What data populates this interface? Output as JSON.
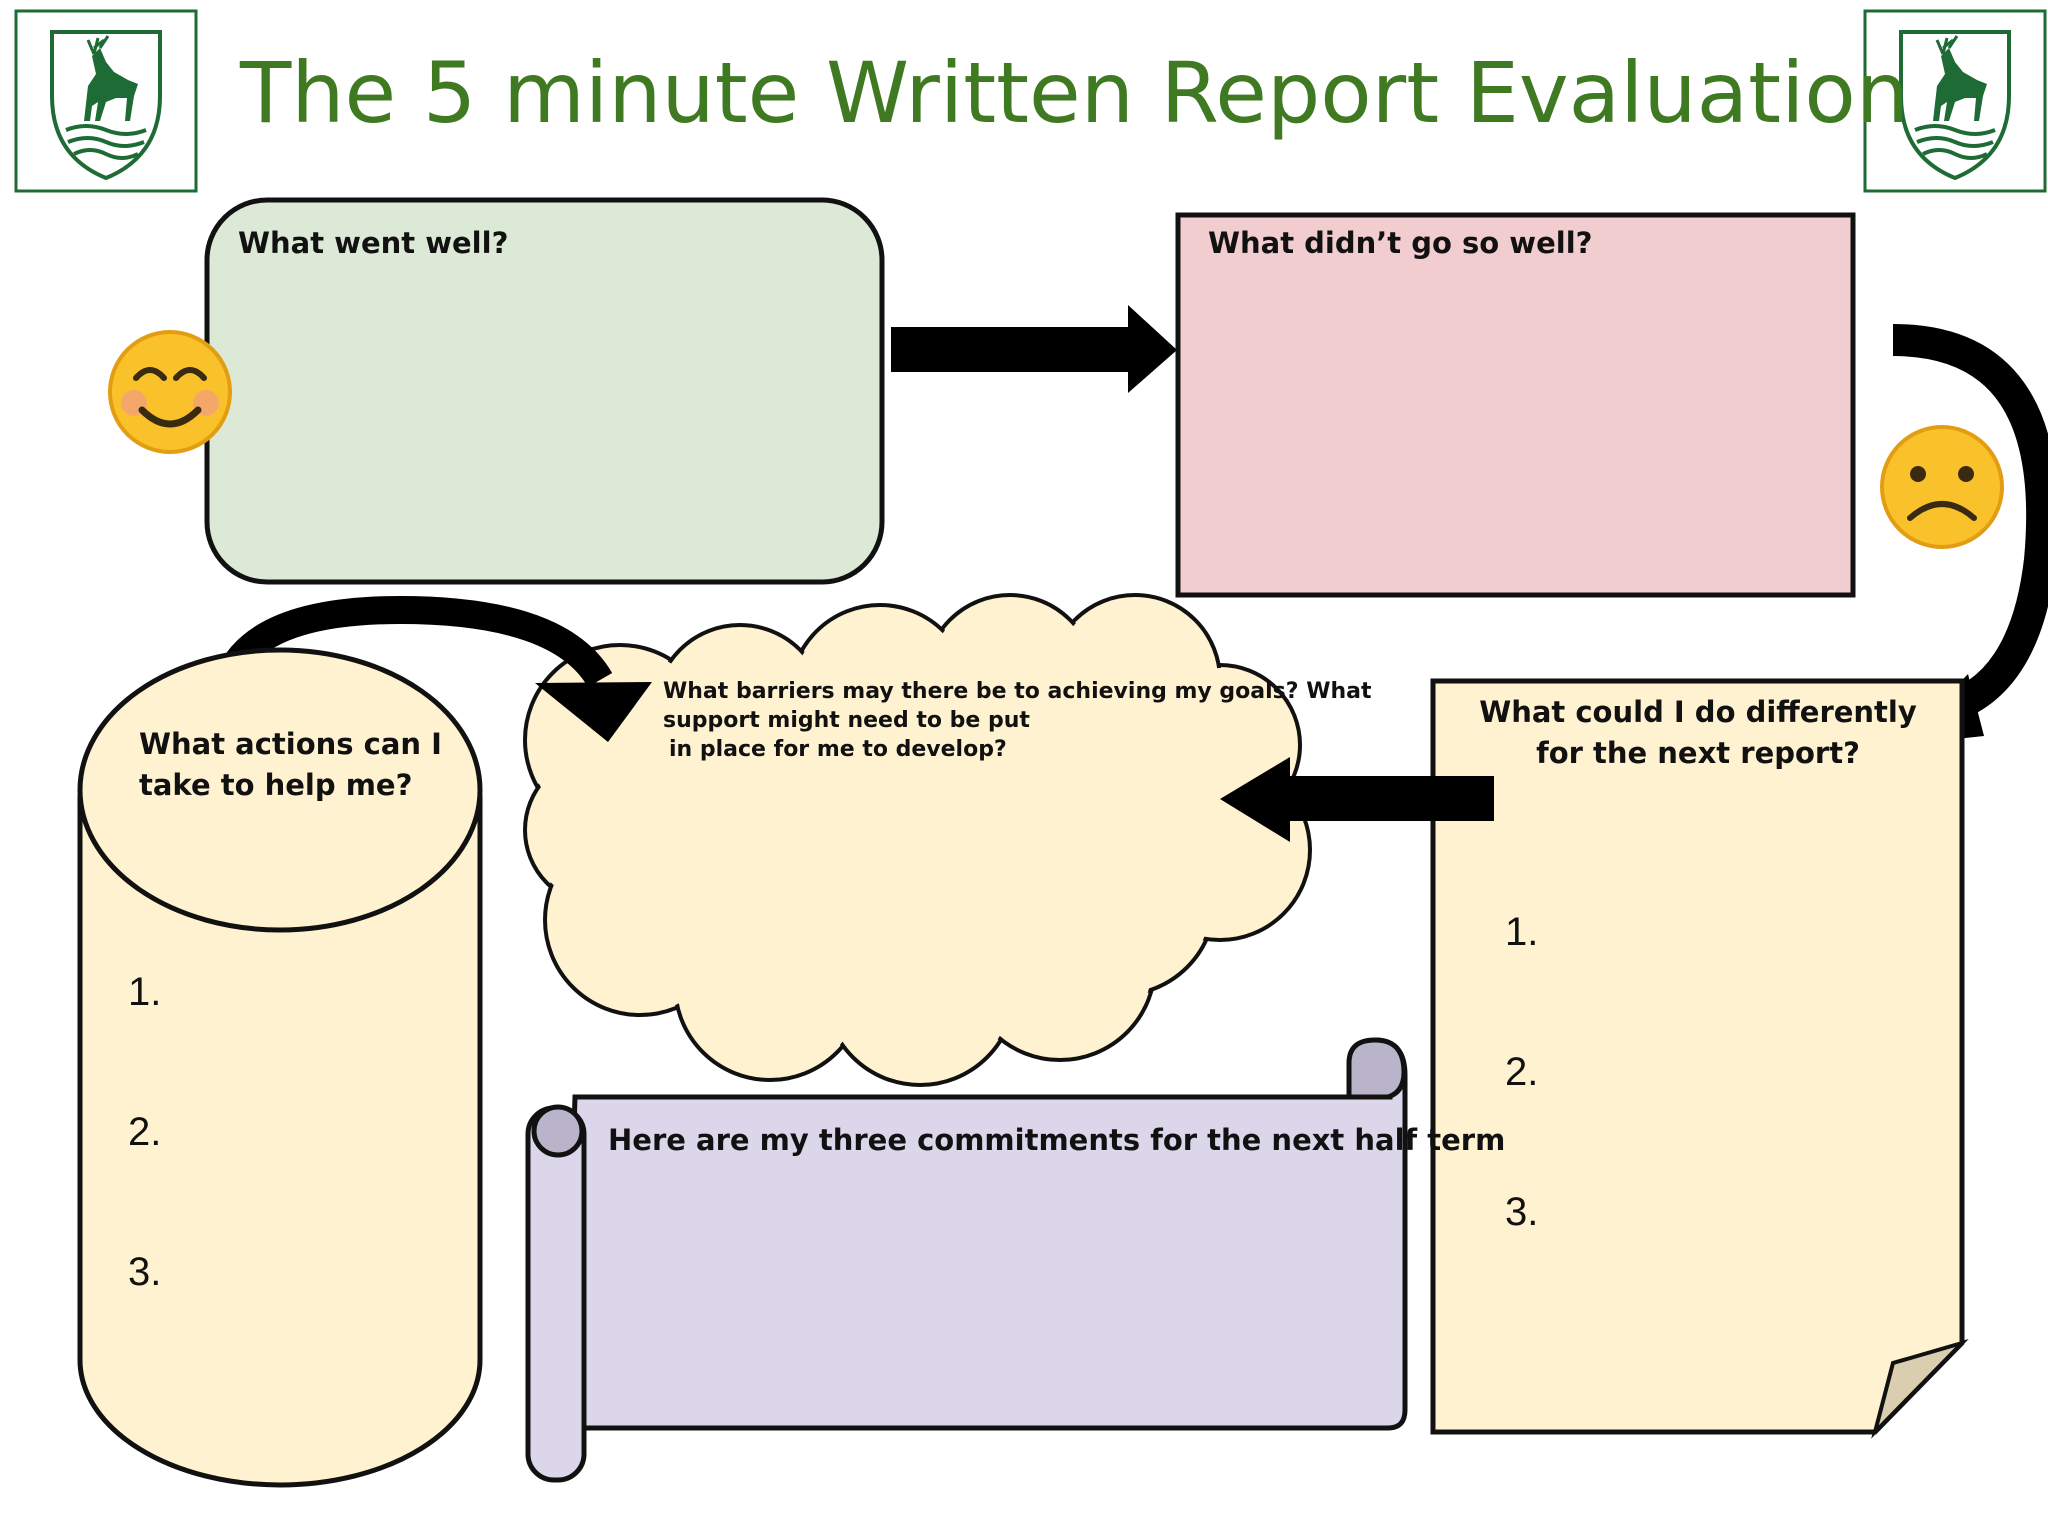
{
  "title": "The 5 minute Written Report Evaluation",
  "colors": {
    "title_green": "#3f7a22",
    "crest_green": "#1e6b35",
    "well_fill": "#dbe9d6",
    "not_well_fill": "#f2cdd0",
    "cream_fill": "#fff2d0",
    "scroll_fill": "#dbd6ea",
    "scroll_curl": "#b9b4c9"
  },
  "icons": {
    "left_crest": "stag-crest-icon",
    "right_crest": "stag-crest-icon",
    "happy": "smiling-face-icon",
    "sad": "frowning-face-icon"
  },
  "went_well": {
    "heading": "What went well?"
  },
  "didnt_go_well": {
    "heading": "What didn’t go so well?"
  },
  "differently": {
    "heading_line1": "What could I do differently",
    "heading_line2": "for the next report?",
    "items": [
      "1.",
      "2.",
      "3."
    ]
  },
  "barriers": {
    "line1": "What barriers may there be to achieving my goals? What",
    "line2": "support might need to be put",
    "line3": "in place for me to develop?"
  },
  "actions": {
    "heading_line1": "What actions can I",
    "heading_line2": "take to help me?",
    "items": [
      "1.",
      "2.",
      "3."
    ]
  },
  "commitments": {
    "heading": "Here are my three commitments for the next half term"
  }
}
